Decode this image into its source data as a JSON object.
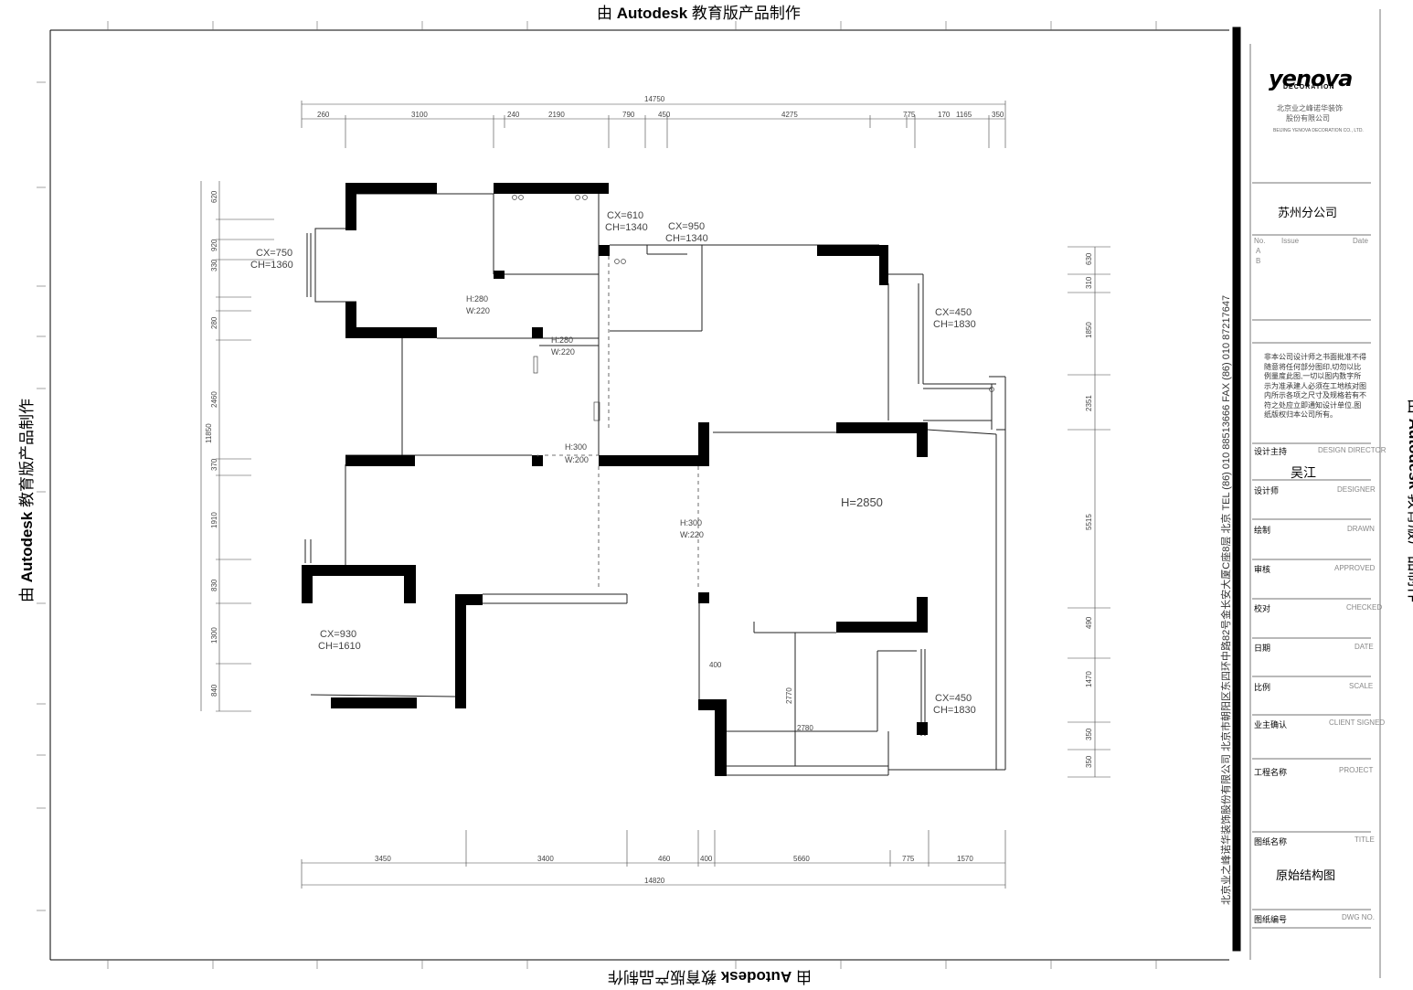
{
  "watermark": {
    "prefix": "由 ",
    "brand": "Autodesk",
    "suffix": " 教育版产品制作"
  },
  "drawing": {
    "dimensions_top": {
      "overall": "14750",
      "segments": [
        "260",
        "3100",
        "240",
        "2190",
        "790",
        "450",
        "4275",
        "775",
        "170",
        "1165",
        "350"
      ]
    },
    "dimensions_bottom": {
      "overall": "14820",
      "segments": [
        "3450",
        "3400",
        "460",
        "400",
        "5660",
        "775",
        "1570"
      ]
    },
    "dimensions_left": {
      "overall": "11850",
      "segments": [
        "620",
        "920",
        "330",
        "280",
        "2460",
        "370",
        "1910",
        "830",
        "1300",
        "840"
      ]
    },
    "dimensions_right": {
      "segments": [
        "630",
        "310",
        "1850",
        "2351",
        "5515",
        "490",
        "1470",
        "350",
        "350"
      ]
    },
    "window_labels": [
      {
        "line1": "CX=750",
        "line2": "CH=1360"
      },
      {
        "line1": "CX=610",
        "line2": "CH=1340"
      },
      {
        "line1": "CX=950",
        "line2": "CH=1340"
      },
      {
        "line1": "CX=450",
        "line2": "CH=1830"
      },
      {
        "line1": "CX=930",
        "line2": "CH=1610"
      },
      {
        "line1": "CX=450",
        "line2": "CH=1830"
      }
    ],
    "opening_labels": [
      {
        "line1": "H:280",
        "line2": "W:220"
      },
      {
        "line1": "H:280",
        "line2": "W:220"
      },
      {
        "line1": "H:300",
        "line2": "W:200"
      },
      {
        "line1": "H:300",
        "line2": "W:220"
      }
    ],
    "ceiling_height": "H=2850",
    "misc_labels": [
      "400",
      "2770",
      "2780"
    ]
  },
  "title_block": {
    "logo": "yenova",
    "logo_sub": "DECORATION",
    "company_cn_1": "北京业之峰诺华装饰",
    "company_cn_2": "股份有限公司",
    "company_en": "BEIJING YENOVA DECORATION CO., LTD.",
    "branch": "苏州分公司",
    "rev_header": {
      "no": "No.",
      "issue": "Issue",
      "date": "Date"
    },
    "rev_rows": [
      "A",
      "B"
    ],
    "note": "非本公司设计师之书面批准不得随意将任何部分图印,切勿以比例量度此图,一切以图内数字所示为准承建人必须在工地核对图内所示各项之尺寸及规格若有不符之处应立即通知设计单位,图纸版权归本公司所有。",
    "address_vertical": "北京业之峰诺华装饰股份有限公司  北京市朝阳区东四环中路82号金长安大厦C座8层   北京 TEL (86) 010 88513666   FAX (86) 010 87217647",
    "fields": [
      {
        "cn": "设计主持",
        "en": "DESIGN DIRECTOR",
        "value": "吴江"
      },
      {
        "cn": "设计师",
        "en": "DESIGNER",
        "value": ""
      },
      {
        "cn": "绘制",
        "en": "DRAWN",
        "value": ""
      },
      {
        "cn": "审核",
        "en": "APPROVED",
        "value": ""
      },
      {
        "cn": "校对",
        "en": "CHECKED",
        "value": ""
      },
      {
        "cn": "日期",
        "en": "DATE",
        "value": ""
      },
      {
        "cn": "比例",
        "en": "SCALE",
        "value": ""
      },
      {
        "cn": "业主确认",
        "en": "CLIENT SIGNED",
        "value": ""
      },
      {
        "cn": "工程名称",
        "en": "PROJECT",
        "value": ""
      },
      {
        "cn": "图纸名称",
        "en": "TITLE",
        "value": "原始结构图"
      },
      {
        "cn": "图纸编号",
        "en": "DWG NO.",
        "value": ""
      }
    ]
  }
}
